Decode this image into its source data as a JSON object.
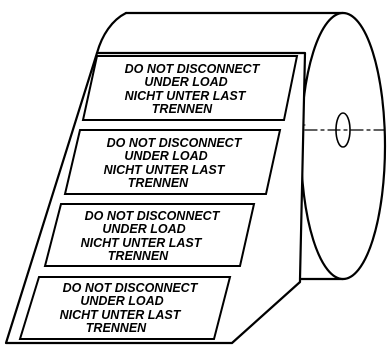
{
  "colors": {
    "stroke": "#000000",
    "background": "#ffffff"
  },
  "labels": [
    {
      "lines": [
        "DO NOT DISCONNECT",
        "UNDER LOAD",
        "NICHT UNTER LAST",
        "TRENNEN"
      ]
    },
    {
      "lines": [
        "DO NOT DISCONNECT",
        "UNDER LOAD",
        "NICHT UNTER LAST",
        "TRENNEN"
      ]
    },
    {
      "lines": [
        "DO NOT DISCONNECT",
        "UNDER LOAD",
        "NICHT UNTER LAST",
        "TRENNEN"
      ]
    },
    {
      "lines": [
        "DO NOT DISCONNECT",
        "UNDER LOAD",
        "NICHT UNTER LAST",
        "TRENNEN"
      ]
    }
  ]
}
